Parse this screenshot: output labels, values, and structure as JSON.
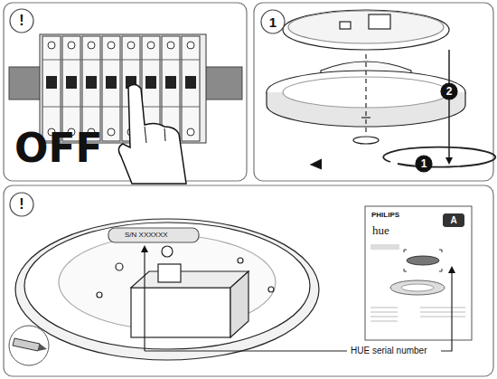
{
  "diagram": {
    "nodes": [
      {
        "text": [
          "!"
        ]
      },
      {
        "text": [
          "1"
        ]
      },
      {
        "text": [
          "2"
        ]
      },
      {
        "text": [
          "1"
        ]
      },
      {
        "text": [
          "!"
        ]
      },
      {
        "text": [
          "A"
        ]
      }
    ],
    "labels": [
      "OFF",
      "S/N XXXXXX",
      "HUE serial number",
      "PHILIPS",
      "hue"
    ]
  }
}
